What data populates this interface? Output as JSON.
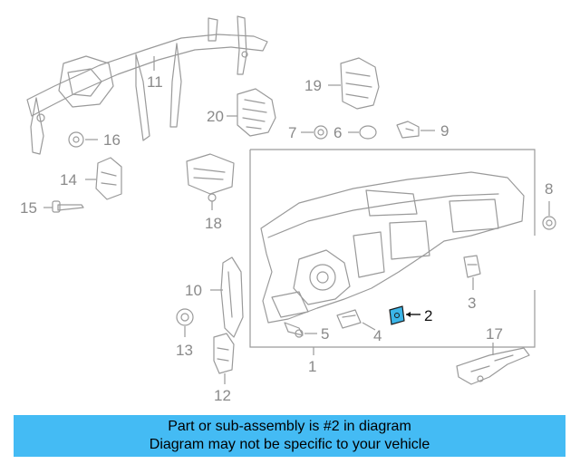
{
  "diagram": {
    "highlight_color": "#3bb5e8",
    "callouts": [
      {
        "id": "1",
        "label": "1"
      },
      {
        "id": "2",
        "label": "2"
      },
      {
        "id": "3",
        "label": "3"
      },
      {
        "id": "4",
        "label": "4"
      },
      {
        "id": "5",
        "label": "5"
      },
      {
        "id": "6",
        "label": "6"
      },
      {
        "id": "7",
        "label": "7"
      },
      {
        "id": "8",
        "label": "8"
      },
      {
        "id": "9",
        "label": "9"
      },
      {
        "id": "10",
        "label": "10"
      },
      {
        "id": "11",
        "label": "11"
      },
      {
        "id": "12",
        "label": "12"
      },
      {
        "id": "13",
        "label": "13"
      },
      {
        "id": "14",
        "label": "14"
      },
      {
        "id": "15",
        "label": "15"
      },
      {
        "id": "16",
        "label": "16"
      },
      {
        "id": "17",
        "label": "17"
      },
      {
        "id": "18",
        "label": "18"
      },
      {
        "id": "19",
        "label": "19"
      },
      {
        "id": "20",
        "label": "20"
      }
    ]
  },
  "banner": {
    "line1": "Part or sub-assembly is #2 in diagram",
    "line2": "Diagram may not be specific to your vehicle",
    "background": "#44bbf4"
  }
}
